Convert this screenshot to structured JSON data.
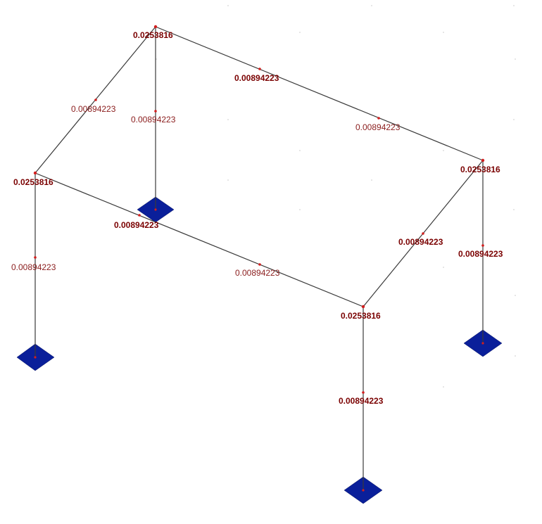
{
  "diagram": {
    "values": {
      "corner_top_left": "0.0253816",
      "corner_left": "0.0253816",
      "corner_right": "0.0253816",
      "corner_front": "0.0253816",
      "beam_back": "0.00894223",
      "beam_back_right": "0.00894223",
      "beam_left": "0.00894223",
      "beam_front_left": "0.00894223",
      "beam_front": "0.00894223",
      "beam_right": "0.00894223",
      "column_back": "0.00894223",
      "column_left": "0.00894223",
      "column_right": "0.00894223",
      "column_front": "0.00894223"
    },
    "colors": {
      "member": "#3a3a3a",
      "node": "#d21e1e",
      "label": "#7a0000",
      "support": "#0a1f9a"
    }
  }
}
